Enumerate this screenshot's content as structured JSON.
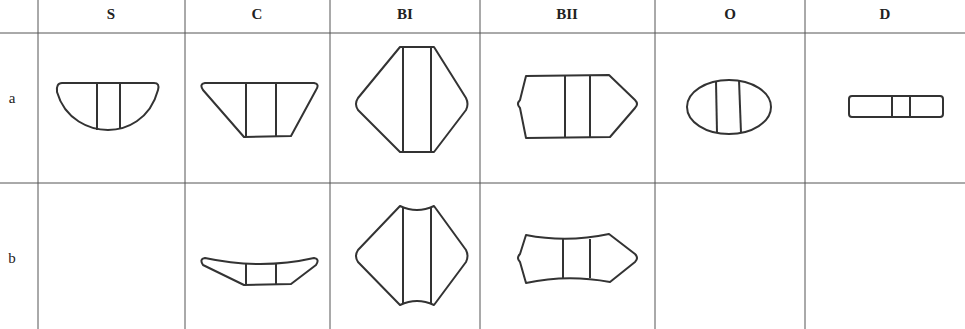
{
  "diagram": {
    "labels": [
      "S",
      "C",
      "BI",
      "BII",
      "O",
      "D",
      "a",
      "b"
    ]
  }
}
